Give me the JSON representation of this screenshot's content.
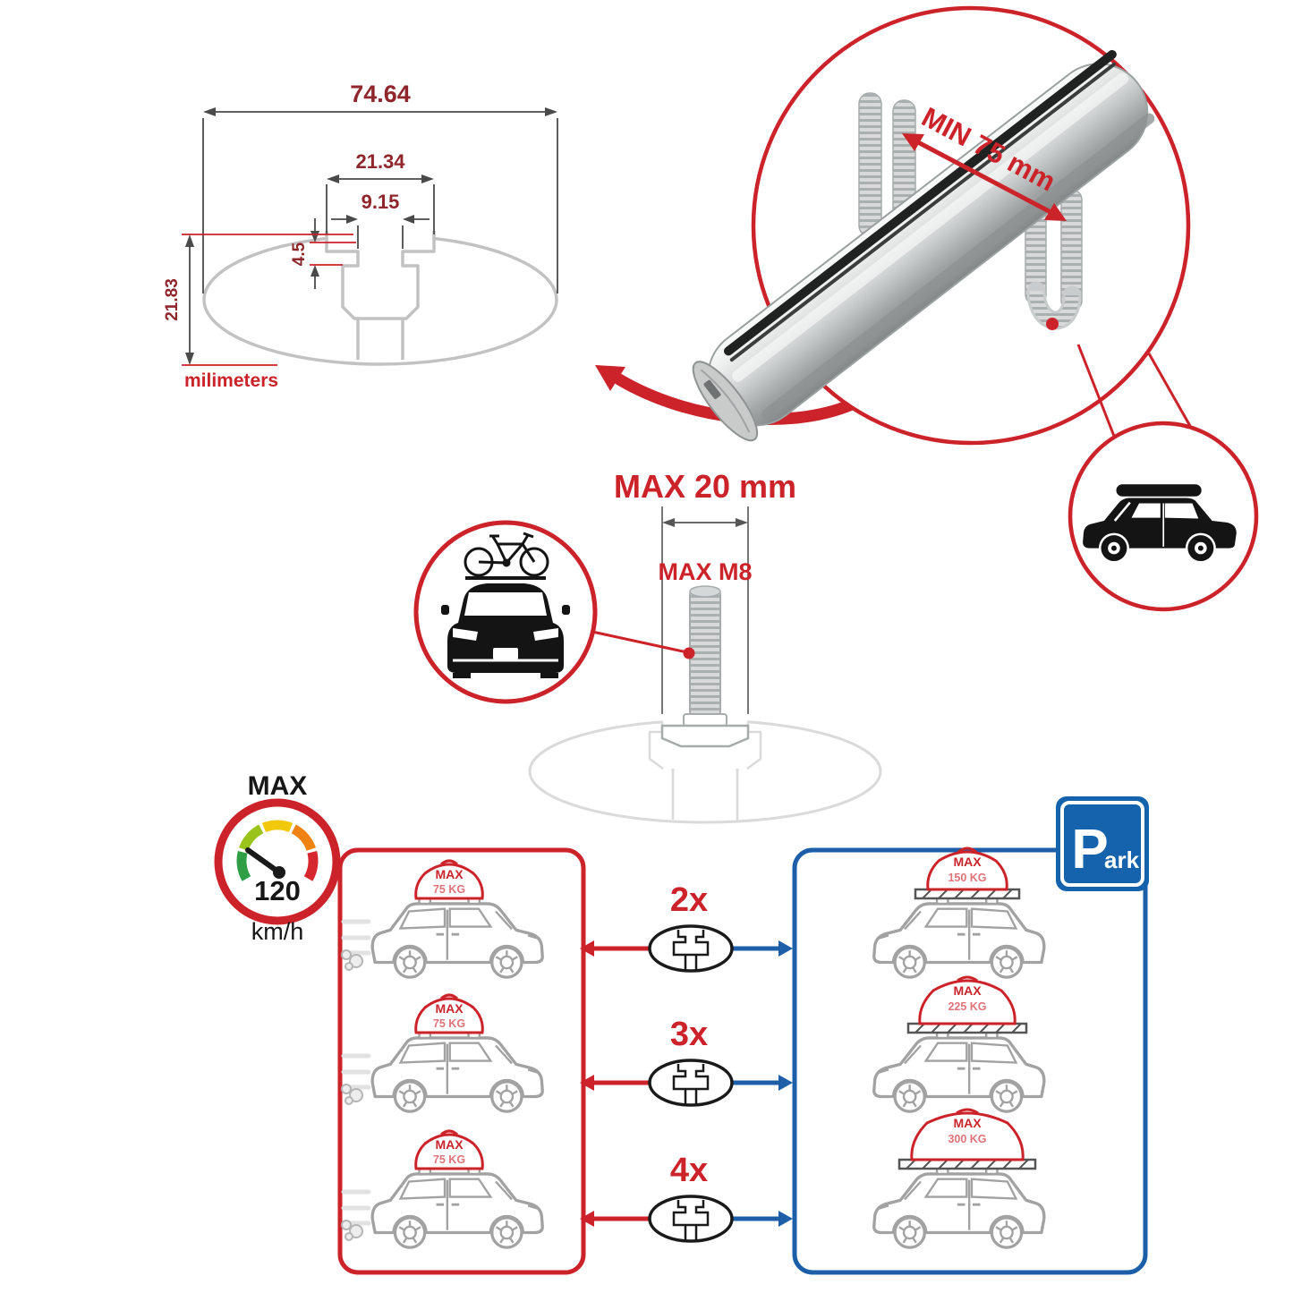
{
  "colors": {
    "red": "#cc2229",
    "blue": "#1c5fa8",
    "dim_number": "#8e262b",
    "car_line": "#a2a2a2",
    "aluminum": "#c9cbcb"
  },
  "cross_section": {
    "dim_width": "74.64",
    "dim_slot_outer": "21.34",
    "dim_slot_inner": "9.15",
    "dim_lip": "4.5",
    "dim_height": "21.83",
    "unit_label": "milimeters"
  },
  "bar_detail": {
    "min_span_label": "MIN 75 mm"
  },
  "bolt_detail": {
    "max_width_label": "MAX 20 mm",
    "max_thread_label": "MAX M8"
  },
  "speed_badge": {
    "max_label": "MAX",
    "value": "120",
    "unit": "km/h"
  },
  "red_panel": {
    "cars": [
      {
        "max_label": "MAX",
        "load": "75 KG"
      },
      {
        "max_label": "MAX",
        "load": "75 KG"
      },
      {
        "max_label": "MAX",
        "load": "75 KG"
      }
    ]
  },
  "blue_panel": {
    "cars": [
      {
        "max_label": "MAX",
        "load": "150 KG"
      },
      {
        "max_label": "MAX",
        "load": "225 KG"
      },
      {
        "max_label": "MAX",
        "load": "300 KG"
      }
    ]
  },
  "multipliers": [
    {
      "label": "2x"
    },
    {
      "label": "3x"
    },
    {
      "label": "4x"
    }
  ],
  "park_sign": {
    "letter": "P",
    "rest": "ark"
  }
}
